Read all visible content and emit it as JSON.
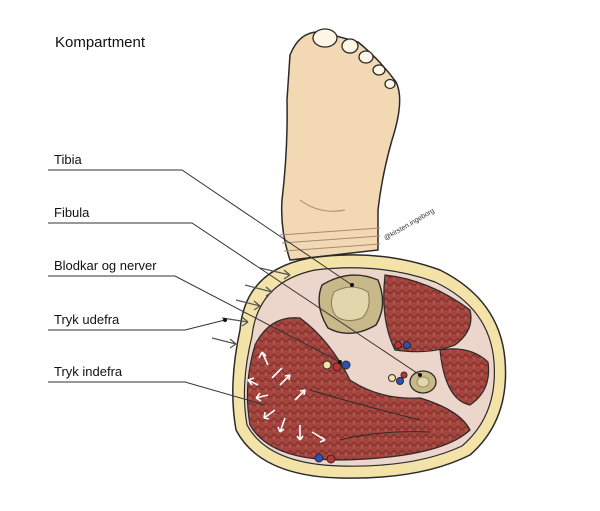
{
  "title": "Kompartment",
  "labels": {
    "tibia": "Tibia",
    "fibula": "Fibula",
    "vessels": "Blodkar og nerver",
    "external_pressure": "Tryk udefra",
    "internal_pressure": "Tryk indefra"
  },
  "signature": "@kirsten.ingeborg",
  "colors": {
    "skin": "#f2d9b4",
    "muscle": "#a3453f",
    "bone": "#c9b98a",
    "fat": "#f3e3a8",
    "fascia": "#ecd6cc"
  }
}
